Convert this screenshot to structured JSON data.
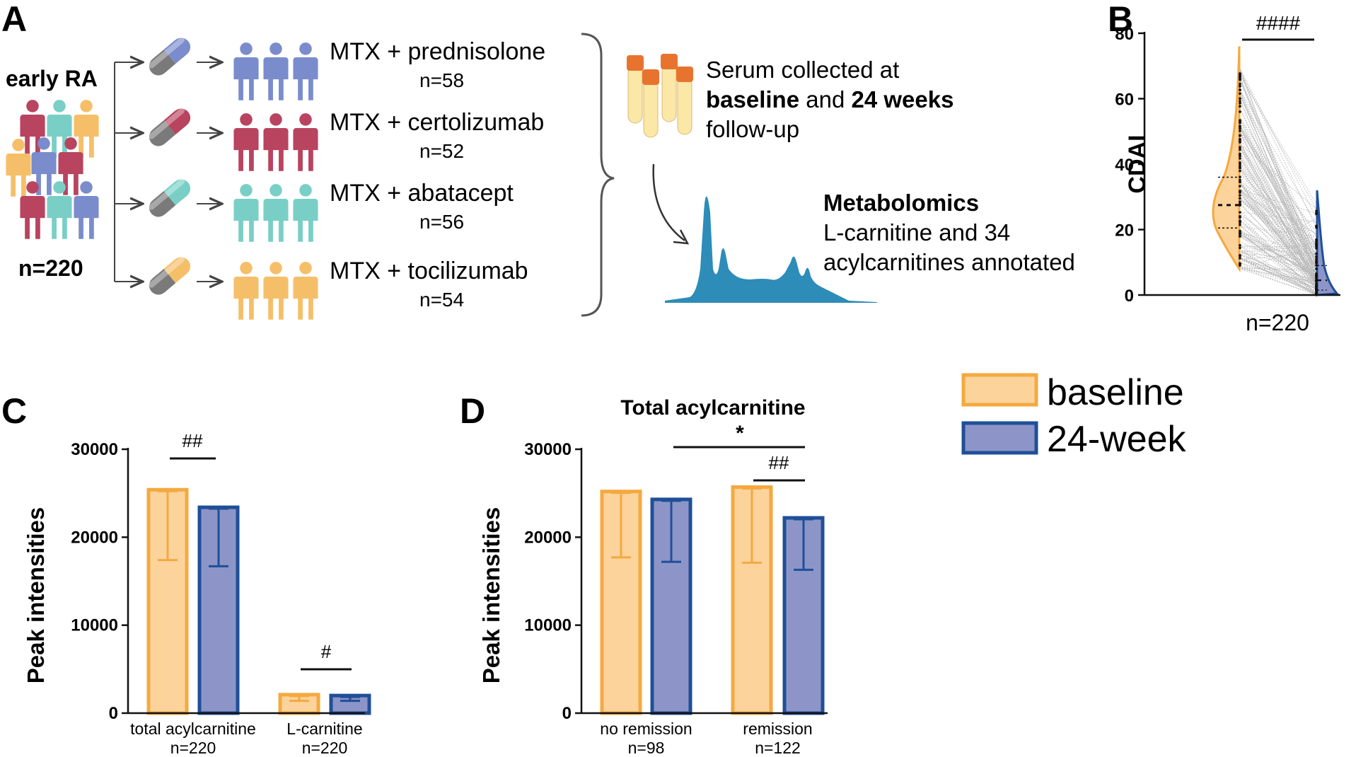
{
  "colors": {
    "baseline_fill": "#fdd39c",
    "baseline_stroke": "#f4a93f",
    "week24_fill": "#8d95c8",
    "week24_stroke": "#1f4f98",
    "cohort_blue": "#7b8ccc",
    "cohort_red": "#b8445f",
    "cohort_teal": "#79cfc6",
    "cohort_orange": "#f5bf69",
    "spectrum": "#2d8cb8",
    "tube_cap": "#e8732f",
    "tube_body": "#fbe7a6"
  },
  "panel_a": {
    "letter": "A",
    "cohort_label": "early RA",
    "cohort_n": "n=220",
    "arms": [
      {
        "drug": "MTX + prednisolone",
        "n": "n=58",
        "color_key": "cohort_blue"
      },
      {
        "drug": "MTX + certolizumab",
        "n": "n=52",
        "color_key": "cohort_red"
      },
      {
        "drug": "MTX + abatacept",
        "n": "n=56",
        "color_key": "cohort_teal"
      },
      {
        "drug": "MTX + tocilizumab",
        "n": "n=54",
        "color_key": "cohort_orange"
      }
    ],
    "serum_line1": "Serum collected at",
    "serum_bold1": "baseline",
    "serum_and": " and ",
    "serum_bold2": "24 weeks",
    "serum_line3": "follow-up",
    "metab_title": "Metabolomics",
    "metab_line2": "L-carnitine and 34",
    "metab_line3": "acylcarnitines annotated"
  },
  "legend": {
    "baseline": "baseline",
    "week24": "24-week"
  },
  "chart_data": [
    {
      "panel": "B",
      "type": "violin",
      "ylabel": "CDAI",
      "ylim": [
        0,
        80
      ],
      "yticks": [
        "0",
        "20",
        "40",
        "60",
        "80"
      ],
      "xlabel": "n=220",
      "significance": "####",
      "series": [
        {
          "name": "baseline",
          "median": 27.5,
          "q1": 20.5,
          "q3": 36,
          "min": 8,
          "max": 76
        },
        {
          "name": "24-week",
          "median": 4.5,
          "q1": 1.5,
          "q3": 9,
          "min": 0,
          "max": 32
        }
      ]
    },
    {
      "panel": "C",
      "type": "bar",
      "ylabel": "Peak intensities",
      "ylim": [
        0,
        30000
      ],
      "yticks": [
        "0",
        "10000",
        "20000",
        "30000"
      ],
      "categories": [
        "total acylcarnitine",
        "L-carnitine"
      ],
      "category_n": [
        "n=220",
        "n=220"
      ],
      "series": [
        {
          "name": "baseline",
          "values": [
            25400,
            2100
          ],
          "err_low": [
            17400,
            1400
          ],
          "err_high": [
            25400,
            2100
          ]
        },
        {
          "name": "24-week",
          "values": [
            23400,
            2000
          ],
          "err_low": [
            16700,
            1400
          ],
          "err_high": [
            23400,
            2000
          ]
        }
      ],
      "significance": [
        {
          "label": "##",
          "category": 0
        },
        {
          "label": "#",
          "category": 1
        }
      ]
    },
    {
      "panel": "D",
      "type": "bar",
      "title": "Total acylcarnitine",
      "ylabel": "Peak intensities",
      "ylim": [
        0,
        30000
      ],
      "yticks": [
        "0",
        "10000",
        "20000",
        "30000"
      ],
      "categories": [
        "no remission",
        "remission"
      ],
      "category_n": [
        "n=98",
        "n=122"
      ],
      "series": [
        {
          "name": "baseline",
          "values": [
            25200,
            25700
          ],
          "err_low": [
            17700,
            17100
          ],
          "err_high": [
            25200,
            25700
          ]
        },
        {
          "name": "24-week",
          "values": [
            24300,
            22200
          ],
          "err_low": [
            17200,
            16300
          ],
          "err_high": [
            24300,
            22200
          ]
        }
      ],
      "significance": [
        {
          "label": "*",
          "between": "no remission 24-week vs remission 24-week"
        },
        {
          "label": "##",
          "category": 1
        }
      ]
    }
  ]
}
